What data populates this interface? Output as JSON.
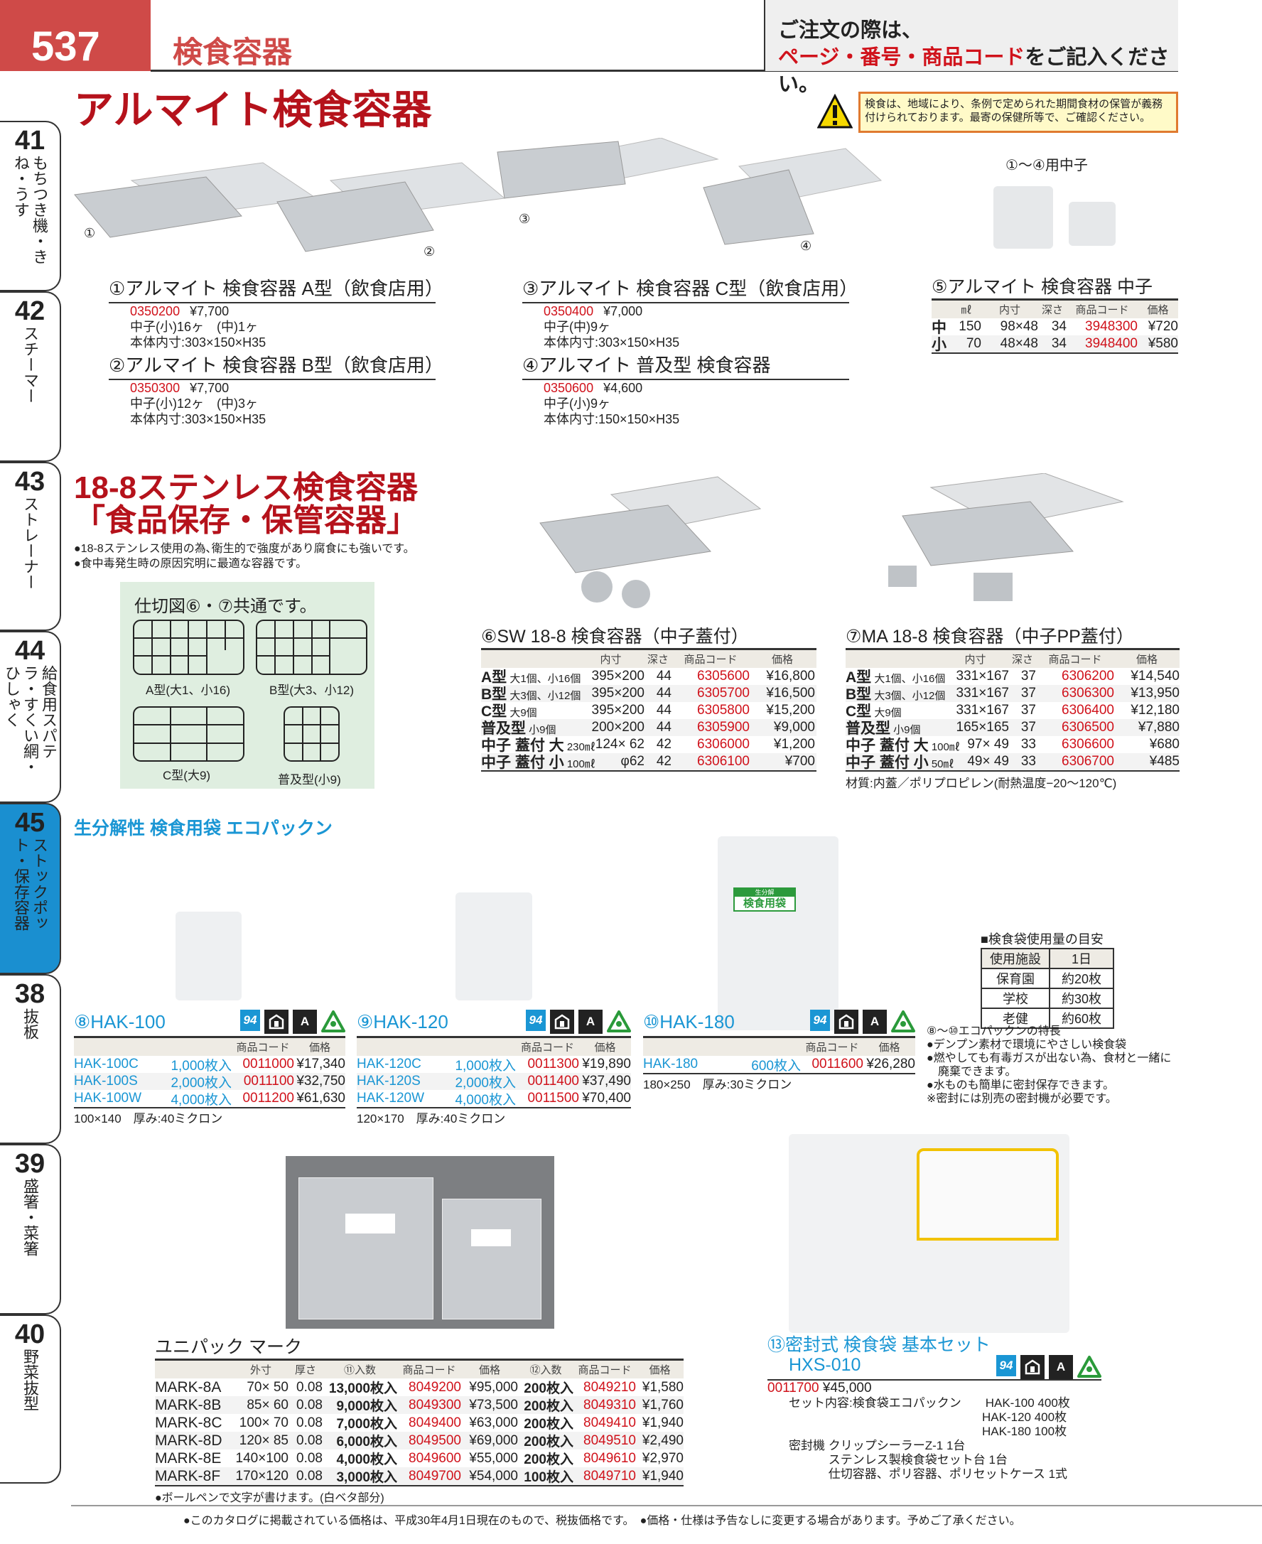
{
  "header": {
    "page_number": "537",
    "category": "検食容器",
    "note_line1": "ご注文の際は、",
    "note_red": "ページ・番号・商品コード",
    "note_rest": "をご記入ください。"
  },
  "side_tabs": [
    {
      "num": "41",
      "label": "もちつき機・きね・うす"
    },
    {
      "num": "42",
      "label": "スチーマー"
    },
    {
      "num": "43",
      "label": "ストレーナー"
    },
    {
      "num": "44",
      "label": "給食用スパテラ・すくい網・ひしゃく"
    },
    {
      "num": "45",
      "label": "ストックポット・保存容器"
    },
    {
      "num": "38",
      "label": "抜板"
    },
    {
      "num": "39",
      "label": "盛箸・菜箸"
    },
    {
      "num": "40",
      "label": "野菜抜型"
    }
  ],
  "alumite": {
    "title": "アルマイト検食容器",
    "warning": "検食は、地域により、条例で定められた期間食材の保管が義務付けられております。最寄の保健所等で、ご確認ください。",
    "image_labels": [
      "①",
      "②",
      "③",
      "④"
    ],
    "insert_label": "①～④用中子",
    "products": [
      {
        "name": "①アルマイト 検食容器 A型（飲食店用）",
        "code": "0350200",
        "price": "¥7,700",
        "line1": "中子(小)16ヶ　(中)1ヶ",
        "line2": "本体内寸:303×150×H35"
      },
      {
        "name": "②アルマイト 検食容器 B型（飲食店用）",
        "code": "0350300",
        "price": "¥7,700",
        "line1": "中子(小)12ヶ　(中)3ヶ",
        "line2": "本体内寸:303×150×H35"
      },
      {
        "name": "③アルマイト 検食容器 C型（飲食店用）",
        "code": "0350400",
        "price": "¥7,000",
        "line1": "中子(中)9ヶ",
        "line2": "本体内寸:303×150×H35"
      },
      {
        "name": "④アルマイト 普及型 検食容器",
        "code": "0350600",
        "price": "¥4,600",
        "line1": "中子(小)9ヶ",
        "line2": "本体内寸:150×150×H35"
      }
    ],
    "item5": {
      "title": "⑤アルマイト 検食容器 中子",
      "headers": [
        "",
        "㎖",
        "内寸",
        "深さ",
        "商品コード",
        "価格"
      ],
      "rows": [
        {
          "type": "中",
          "ml": "150",
          "size": "98×48",
          "depth": "34",
          "code": "3948300",
          "price": "¥720"
        },
        {
          "type": "小",
          "ml": "70",
          "size": "48×48",
          "depth": "34",
          "code": "3948400",
          "price": "¥580"
        }
      ]
    }
  },
  "stainless": {
    "title1": "18-8ステンレス検食容器",
    "title2": "「食品保存・保管容器」",
    "bullets": [
      "●18-8ステンレス使用の為､衛生的で強度があり腐食にも強いです。",
      "●食中毒発生時の原因究明に最適な容器です。"
    ],
    "diagram": {
      "title": "仕切図⑥・⑦共通です。",
      "labels": [
        "A型(大1、小16)",
        "B型(大3、小12)",
        "C型(大9)",
        "普及型(小9)"
      ]
    },
    "item6": {
      "title": "⑥SW 18-8 検食容器（中子蓋付）",
      "headers": [
        "",
        "内寸",
        "深さ",
        "商品コード",
        "価格"
      ],
      "rows": [
        {
          "type": "A型",
          "sub": "大1個、小16個",
          "size": "395×200",
          "depth": "44",
          "code": "6305600",
          "price": "¥16,800"
        },
        {
          "type": "B型",
          "sub": "大3個、小12個",
          "size": "395×200",
          "depth": "44",
          "code": "6305700",
          "price": "¥16,500"
        },
        {
          "type": "C型",
          "sub": "大9個",
          "size": "395×200",
          "depth": "44",
          "code": "6305800",
          "price": "¥15,200"
        },
        {
          "type": "普及型",
          "sub": "小9個",
          "size": "200×200",
          "depth": "44",
          "code": "6305900",
          "price": "¥9,000"
        },
        {
          "type": "中子 蓋付 大",
          "sub": "230㎖",
          "size": "124× 62",
          "depth": "42",
          "code": "6306000",
          "price": "¥1,200"
        },
        {
          "type": "中子 蓋付 小",
          "sub": "100㎖",
          "size": "φ62",
          "depth": "42",
          "code": "6306100",
          "price": "¥700"
        }
      ]
    },
    "item7": {
      "title": "⑦MA 18-8 検食容器（中子PP蓋付）",
      "headers": [
        "",
        "内寸",
        "深さ",
        "商品コード",
        "価格"
      ],
      "rows": [
        {
          "type": "A型",
          "sub": "大1個、小16個",
          "size": "331×167",
          "depth": "37",
          "code": "6306200",
          "price": "¥14,540"
        },
        {
          "type": "B型",
          "sub": "大3個、小12個",
          "size": "331×167",
          "depth": "37",
          "code": "6306300",
          "price": "¥13,950"
        },
        {
          "type": "C型",
          "sub": "大9個",
          "size": "331×167",
          "depth": "37",
          "code": "6306400",
          "price": "¥12,180"
        },
        {
          "type": "普及型",
          "sub": "小9個",
          "size": "165×165",
          "depth": "37",
          "code": "6306500",
          "price": "¥7,880"
        },
        {
          "type": "中子 蓋付 大",
          "sub": "100㎖",
          "size": "97× 49",
          "depth": "33",
          "code": "6306600",
          "price": "¥680"
        },
        {
          "type": "中子 蓋付 小",
          "sub": "50㎖",
          "size": "49× 49",
          "depth": "33",
          "code": "6306700",
          "price": "¥485"
        }
      ],
      "material": "材質:内蓋／ポリプロピレン(耐熱温度−20～120℃)"
    }
  },
  "eco": {
    "title": "生分解性 検食用袋 エコパックン",
    "bag_label_top": "生分解",
    "bag_label": "検食用袋",
    "icon_labels": {
      "food": "94",
      "a": "A"
    },
    "headers": [
      "商品コード",
      "価格"
    ],
    "products": [
      {
        "title": "⑧HAK-100",
        "spec": "100×140　厚み:40ミクロン",
        "rows": [
          {
            "model": "HAK-100C",
            "qty": "1,000枚入",
            "code": "0011000",
            "price": "¥17,340"
          },
          {
            "model": "HAK-100S",
            "qty": "2,000枚入",
            "code": "0011100",
            "price": "¥32,750"
          },
          {
            "model": "HAK-100W",
            "qty": "4,000枚入",
            "code": "0011200",
            "price": "¥61,630"
          }
        ]
      },
      {
        "title": "⑨HAK-120",
        "spec": "120×170　厚み:40ミクロン",
        "rows": [
          {
            "model": "HAK-120C",
            "qty": "1,000枚入",
            "code": "0011300",
            "price": "¥19,890"
          },
          {
            "model": "HAK-120S",
            "qty": "2,000枚入",
            "code": "0011400",
            "price": "¥37,490"
          },
          {
            "model": "HAK-120W",
            "qty": "4,000枚入",
            "code": "0011500",
            "price": "¥70,400"
          }
        ]
      },
      {
        "title": "⑩HAK-180",
        "spec": "180×250　厚み:30ミクロン",
        "rows": [
          {
            "model": "HAK-180",
            "qty": "600枚入",
            "code": "0011600",
            "price": "¥26,280"
          }
        ]
      }
    ],
    "usage": {
      "title": "■検食袋使用量の目安",
      "headers": [
        "使用施設",
        "1日"
      ],
      "rows": [
        [
          "保育園",
          "約20枚"
        ],
        [
          "学校",
          "約30枚"
        ],
        [
          "老健",
          "約60枚"
        ]
      ]
    },
    "features": [
      "⑧～⑩エコパックンの特長",
      "●デンプン素材で環境にやさしい検食袋",
      "●燃やしても有毒ガスが出ない為、食材と一緒に",
      "　廃棄できます。",
      "●水ものも簡単に密封保存できます。",
      "※密封には別売の密封機が必要です。"
    ]
  },
  "mark": {
    "title": "ユニパック マーク",
    "headers": [
      "",
      "外寸",
      "厚さ",
      "⑪入数",
      "商品コード",
      "価格",
      "⑫入数",
      "商品コード",
      "価格"
    ],
    "rows": [
      {
        "model": "MARK-8A",
        "size": "70× 50",
        "thick": "0.08",
        "qty1": "13,000枚入",
        "code1": "8049200",
        "price1": "¥95,000",
        "qty2": "200枚入",
        "code2": "8049210",
        "price2": "¥1,580"
      },
      {
        "model": "MARK-8B",
        "size": "85× 60",
        "thick": "0.08",
        "qty1": "9,000枚入",
        "code1": "8049300",
        "price1": "¥73,500",
        "qty2": "200枚入",
        "code2": "8049310",
        "price2": "¥1,760"
      },
      {
        "model": "MARK-8C",
        "size": "100× 70",
        "thick": "0.08",
        "qty1": "7,000枚入",
        "code1": "8049400",
        "price1": "¥63,000",
        "qty2": "200枚入",
        "code2": "8049410",
        "price2": "¥1,940"
      },
      {
        "model": "MARK-8D",
        "size": "120× 85",
        "thick": "0.08",
        "qty1": "6,000枚入",
        "code1": "8049500",
        "price1": "¥69,000",
        "qty2": "200枚入",
        "code2": "8049510",
        "price2": "¥2,490"
      },
      {
        "model": "MARK-8E",
        "size": "140×100",
        "thick": "0.08",
        "qty1": "4,000枚入",
        "code1": "8049600",
        "price1": "¥55,000",
        "qty2": "200枚入",
        "code2": "8049610",
        "price2": "¥2,970"
      },
      {
        "model": "MARK-8F",
        "size": "170×120",
        "thick": "0.08",
        "qty1": "3,000枚入",
        "code1": "8049700",
        "price1": "¥54,000",
        "qty2": "100枚入",
        "code2": "8049710",
        "price2": "¥1,940"
      }
    ],
    "note": "●ボールペンで文字が書けます。(白ベタ部分)"
  },
  "set13": {
    "title1": "⑬密封式 検食袋 基本セット",
    "title2": "HXS-010",
    "code": "0011700",
    "price": "¥45,000",
    "lines": [
      "セット内容:検食袋エコパックン　　HAK-100 400枚",
      "　　　　　　　　　　　　　　　　HAK-120 400枚",
      "　　　　　　　　　　　　　　　　HAK-180 100枚",
      "密封機 クリップシーラーZ-1 1台",
      "　　　 ステンレス製検食袋セット台 1台",
      "　　　 仕切容器、ポリ容器、ポリセットケース 1式"
    ]
  },
  "footer": {
    "note1": "●このカタログに掲載されている価格は、平成30年4月1日現在のもので、税抜価格です。",
    "note2": "●価格・仕様は予告なしに変更する場合があります。予めご了承ください。"
  },
  "colors": {
    "red": "#d0121b",
    "blue": "#1a96d4",
    "header_red": "#cf4a48",
    "tab_active": "#1a8fd0"
  }
}
